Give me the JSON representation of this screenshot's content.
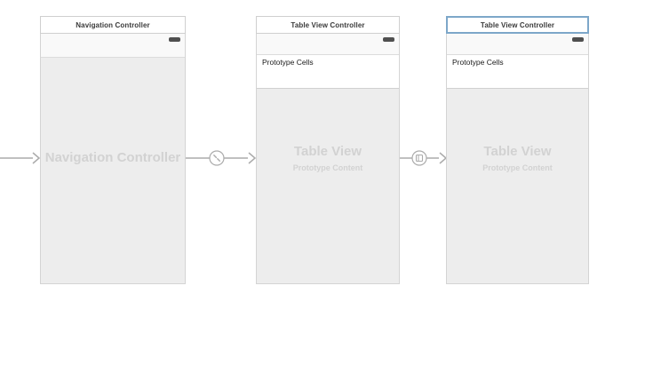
{
  "app": {
    "description": "Xcode Interface Builder storyboard canvas"
  },
  "colors": {
    "selection_blue": "#7da7c9",
    "scene_background": "#ededed",
    "bar_background": "#f9f9f9",
    "connector_gray": "#ababab",
    "watermark_gray": "#d2d2d2",
    "battery_dark": "#4f4f4f"
  },
  "scenes": [
    {
      "title": "Navigation Controller",
      "watermark": "Navigation Controller",
      "selected": false
    },
    {
      "title": "Table View Controller",
      "prototype_cells_label": "Prototype Cells",
      "watermark": "Table View",
      "watermark_subtitle": "Prototype Content",
      "selected": false
    },
    {
      "title": "Table View Controller",
      "prototype_cells_label": "Prototype Cells",
      "watermark": "Table View",
      "watermark_subtitle": "Prototype Content",
      "selected": true
    }
  ],
  "connectors": [
    {
      "type": "storyboard-entry-point"
    },
    {
      "type": "relationship-root-view-controller"
    },
    {
      "type": "show-segue"
    }
  ]
}
